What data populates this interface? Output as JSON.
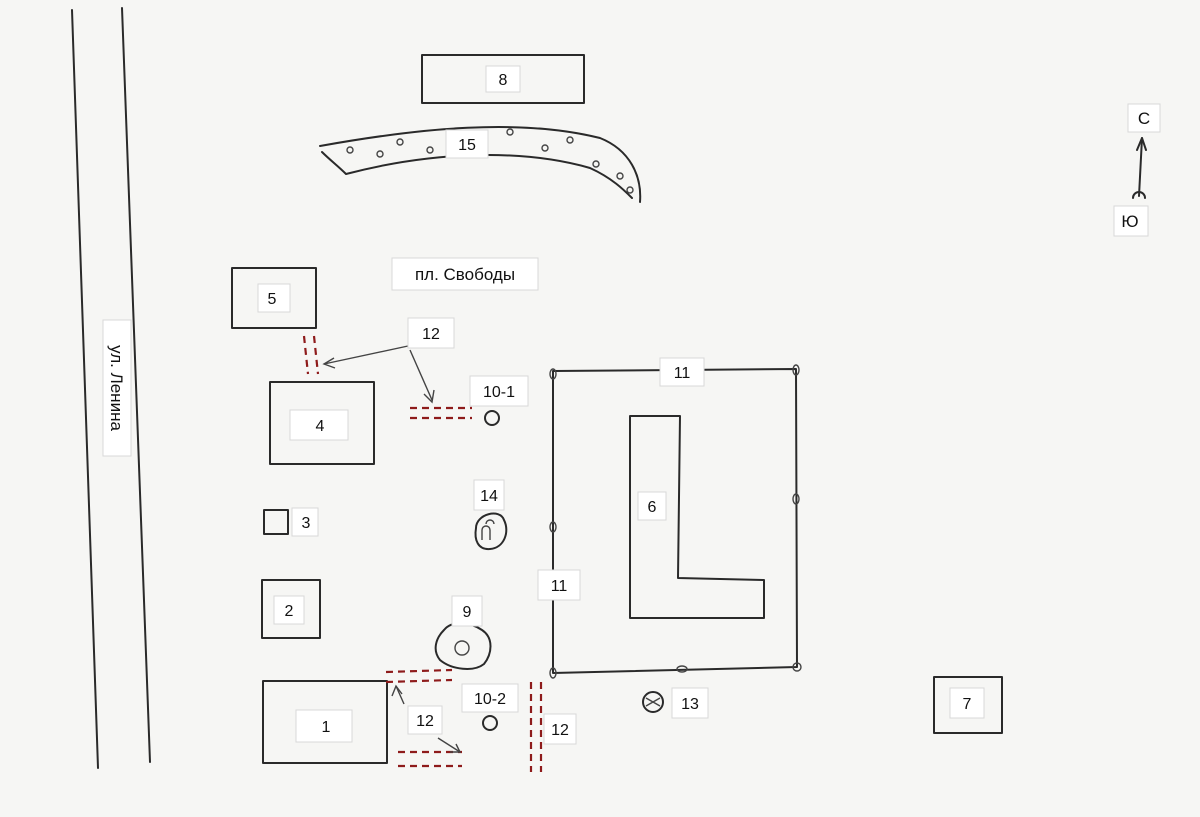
{
  "map": {
    "street": "ул. Ленина",
    "square": "пл. Свободы",
    "compass": {
      "north": "С",
      "south": "Ю"
    },
    "labels": {
      "b1": "1",
      "b2": "2",
      "b3": "3",
      "b4": "4",
      "b5": "5",
      "b6": "6",
      "b7": "7",
      "b8": "8",
      "b9": "9",
      "b10_1": "10-1",
      "b10_2": "10-2",
      "fence_top": "11",
      "fence_left": "11",
      "paths_top": "12",
      "paths_bottom_left": "12",
      "paths_bottom_right": "12",
      "b13": "13",
      "b14": "14",
      "b15": "15"
    },
    "colors": {
      "ink": "#2a2a2a",
      "paths": "#8e1b1b",
      "paper": "#f6f6f4"
    }
  }
}
